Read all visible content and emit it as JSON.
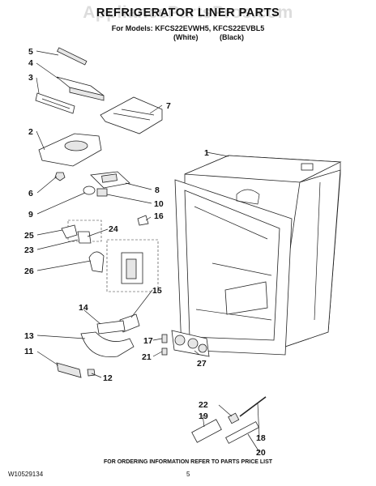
{
  "watermark": "AppliancePartsPros.com",
  "header": {
    "title": "REFRIGERATOR LINER PARTS",
    "models_line": "For Models: KFCS22EVWH5, KFCS22EVBL5",
    "variant_white": "(White)",
    "variant_black": "(Black)"
  },
  "callouts": [
    "1",
    "2",
    "3",
    "4",
    "5",
    "6",
    "7",
    "8",
    "9",
    "10",
    "11",
    "12",
    "13",
    "14",
    "15",
    "16",
    "17",
    "18",
    "19",
    "20",
    "21",
    "22",
    "23",
    "24",
    "25",
    "26",
    "27"
  ],
  "footer": {
    "note": "FOR ORDERING INFORMATION REFER TO PARTS PRICE LIST",
    "doc_number": "W10529134",
    "page_number": "5"
  }
}
